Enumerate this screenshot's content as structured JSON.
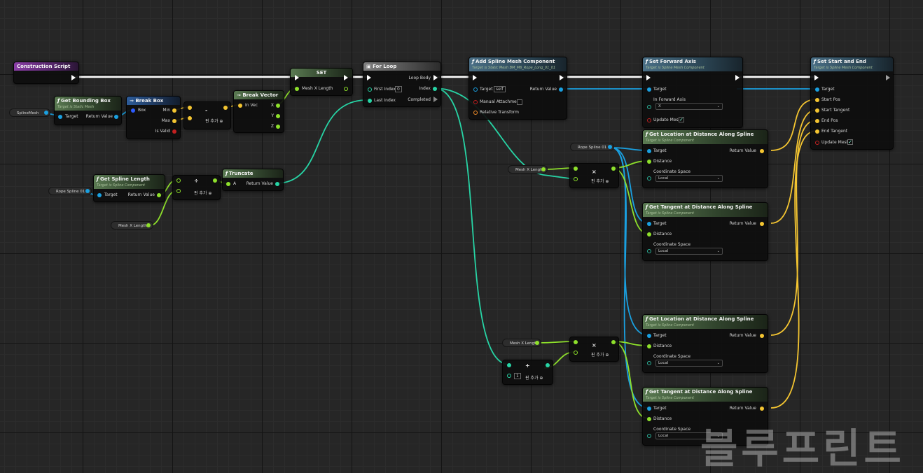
{
  "colors": {
    "exec": "#ffffff",
    "object": "#1aa0e0",
    "vector": "#f4c531",
    "int": "#27d4a5",
    "float": "#8ee02b",
    "bool": "#c22020",
    "enum": "#2bb39a"
  },
  "construction_script": {
    "title": "Construction Script"
  },
  "spline_mesh_var": {
    "label": "SplineMesh"
  },
  "get_bounding_box": {
    "title": "Get Bounding Box",
    "target_is": "Target is Static Mesh",
    "pin_target": "Target",
    "pin_return": "Return Value"
  },
  "break_box": {
    "title": "Break Box",
    "pin_box": "Box",
    "pin_min": "Min",
    "pin_max": "Max",
    "pin_isvalid": "Is Valid"
  },
  "subtract1": {
    "op": "-",
    "add_pin": "핀 추가"
  },
  "break_vector": {
    "title": "Break Vector",
    "pin_invec": "In Vec",
    "pin_x": "X",
    "pin_y": "Y",
    "pin_z": "Z"
  },
  "set_node": {
    "title": "SET",
    "pin_var": "Mesh X Length"
  },
  "for_loop": {
    "title": "For Loop",
    "pin_first": "First Index",
    "first_value": "0",
    "pin_last": "Last Index",
    "pin_body": "Loop Body",
    "pin_index": "Index",
    "pin_completed": "Completed"
  },
  "add_spline_mesh": {
    "title": "Add Spline Mesh Component",
    "target_is": "Target is Static Mesh BM_M6_Rope_Long_01_01",
    "pin_target": "Target",
    "target_value": "self",
    "pin_manual": "Manual Attachment",
    "pin_relative": "Relative Transform",
    "pin_return": "Return Value"
  },
  "set_forward_axis": {
    "title": "Set Forward Axis",
    "target_is": "Target is Spline Mesh Component",
    "pin_target": "Target",
    "pin_axis": "In Forward Axis",
    "axis_value": "X",
    "pin_update": "Update Mesh"
  },
  "set_start_end": {
    "title": "Set Start and End",
    "target_is": "Target is Spline Mesh Component",
    "pin_target": "Target",
    "pin_start_pos": "Start Pos",
    "pin_start_tangent": "Start Tangent",
    "pin_end_pos": "End Pos",
    "pin_end_tangent": "End Tangent",
    "pin_update": "Update Mesh"
  },
  "rope_spline_var_1": {
    "label": "Rope Spline 01"
  },
  "get_spline_length": {
    "title": "Get Spline Length",
    "target_is": "Target is Spline Component",
    "pin_target": "Target",
    "pin_return": "Return Value"
  },
  "divide1": {
    "op": "÷",
    "add_pin": "핀 추가"
  },
  "mesh_x_length_var_1": {
    "label": "Mesh X Length"
  },
  "truncate": {
    "title": "Truncate",
    "pin_a": "A",
    "pin_return": "Return Value"
  },
  "rope_spline_var_2": {
    "label": "Rope Spline 01"
  },
  "mesh_x_length_var_2": {
    "label": "Mesh X Length"
  },
  "multiply1": {
    "op": "×",
    "add_pin": "핀 추가"
  },
  "get_location_1": {
    "title": "Get Location at Distance Along Spline",
    "target_is": "Target is Spline Component",
    "pin_target": "Target",
    "pin_distance": "Distance",
    "pin_coord": "Coordinate Space",
    "coord_value": "Local",
    "pin_return": "Return Value"
  },
  "get_tangent_1": {
    "title": "Get Tangent at Distance Along Spline",
    "target_is": "Target is Spline Component",
    "pin_target": "Target",
    "pin_distance": "Distance",
    "pin_coord": "Coordinate Space",
    "coord_value": "Local",
    "pin_return": "Return Value"
  },
  "mesh_x_length_var_3": {
    "label": "Mesh X Length"
  },
  "add1": {
    "op": "+",
    "value": "1",
    "add_pin": "핀 추가"
  },
  "multiply2": {
    "op": "×",
    "add_pin": "핀 추가"
  },
  "get_location_2": {
    "title": "Get Location at Distance Along Spline",
    "target_is": "Target is Spline Component",
    "pin_target": "Target",
    "pin_distance": "Distance",
    "pin_coord": "Coordinate Space",
    "coord_value": "Local",
    "pin_return": "Return Value"
  },
  "get_tangent_2": {
    "title": "Get Tangent at Distance Along Spline",
    "target_is": "Target is Spline Component",
    "pin_target": "Target",
    "pin_distance": "Distance",
    "pin_coord": "Coordinate Space",
    "coord_value": "Local",
    "pin_return": "Return Value"
  },
  "watermark": {
    "text": "블루프린트"
  }
}
